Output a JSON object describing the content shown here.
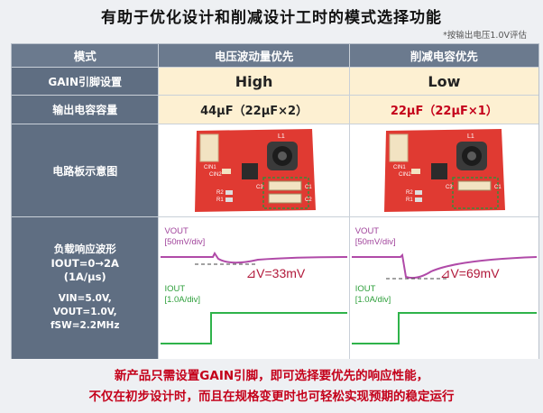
{
  "title": "有助于优化设计和削减设计工时的模式选择功能",
  "note": "*按输出电压1.0V评估",
  "table": {
    "header": {
      "mode": "模式",
      "col1": "电压波动量优先",
      "col2": "削减电容优先"
    },
    "gain": {
      "label": "GAIN引脚设置",
      "col1": "High",
      "col2": "Low"
    },
    "capacitance": {
      "label": "输出电容容量",
      "col1": "44µF（22µF×2）",
      "col2": "22µF（22µF×1）"
    },
    "pcb": {
      "label": "电路板示意图",
      "silk": {
        "cin1": "CIN1",
        "cin2": "CIN2",
        "l1": "L1",
        "c3": "C3",
        "r2": "R2",
        "r1": "R1",
        "c1": "C1",
        "c2": "C2"
      }
    },
    "waveform": {
      "label": "负载响应波形",
      "iout_step": "IOUT=0→2A",
      "slew": "(1A/µs)",
      "conditions": [
        "VIN=5.0V,",
        "VOUT=1.0V,",
        "fSW=2.2MHz"
      ],
      "vout_label": "VOUT",
      "vout_scale": "[50mV/div]",
      "iout_label": "IOUT",
      "iout_scale": "[1.0A/div]",
      "col1_dv": "⊿V=33mV",
      "col2_dv": "⊿V=69mV"
    }
  },
  "footer": {
    "line1": "新产品只需设置GAIN引脚，即可选择要优先的响应性能，",
    "line2": "不仅在初步设计时，而且在规格变更时也可轻松实现预期的稳定运行"
  },
  "colors": {
    "header": "#6b7a8e",
    "highlight": "#fdf0d2",
    "red": "#c4001a",
    "vout": "#b04aa8",
    "iout": "#2fb34a",
    "pcb": "#e03a32"
  }
}
